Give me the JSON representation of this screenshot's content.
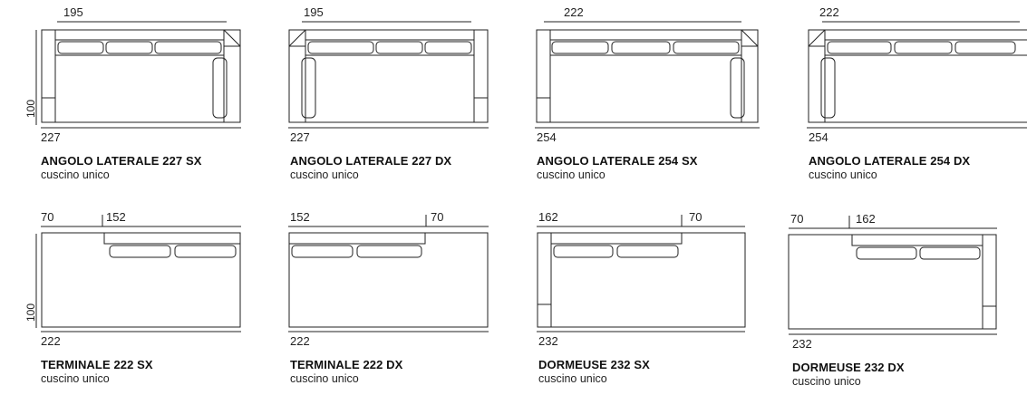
{
  "depth_label": "100",
  "items": [
    {
      "top_dim": "195",
      "bottom_dim": "227",
      "name": "ANGOLO LATERALE 227 SX",
      "subtitle": "cuscino unico"
    },
    {
      "top_dim": "195",
      "bottom_dim": "227",
      "name": "ANGOLO LATERALE 227 DX",
      "subtitle": "cuscino unico"
    },
    {
      "top_dim": "222",
      "bottom_dim": "254",
      "name": "ANGOLO LATERALE 254 SX",
      "subtitle": "cuscino unico"
    },
    {
      "top_dim": "222",
      "bottom_dim": "254",
      "name": "ANGOLO LATERALE 254 DX",
      "subtitle": "cuscino unico"
    },
    {
      "top_dim_a": "70",
      "top_dim_b": "152",
      "bottom_dim": "222",
      "name": "TERMINALE 222 SX",
      "subtitle": "cuscino unico"
    },
    {
      "top_dim_a": "152",
      "top_dim_b": "70",
      "bottom_dim": "222",
      "name": "TERMINALE 222 DX",
      "subtitle": "cuscino unico"
    },
    {
      "top_dim_a": "162",
      "top_dim_b": "70",
      "bottom_dim": "232",
      "name": "DORMEUSE 232 SX",
      "subtitle": "cuscino unico"
    },
    {
      "top_dim_a": "70",
      "top_dim_b": "162",
      "bottom_dim": "232",
      "name": "DORMEUSE 232 DX",
      "subtitle": "cuscino unico"
    }
  ]
}
